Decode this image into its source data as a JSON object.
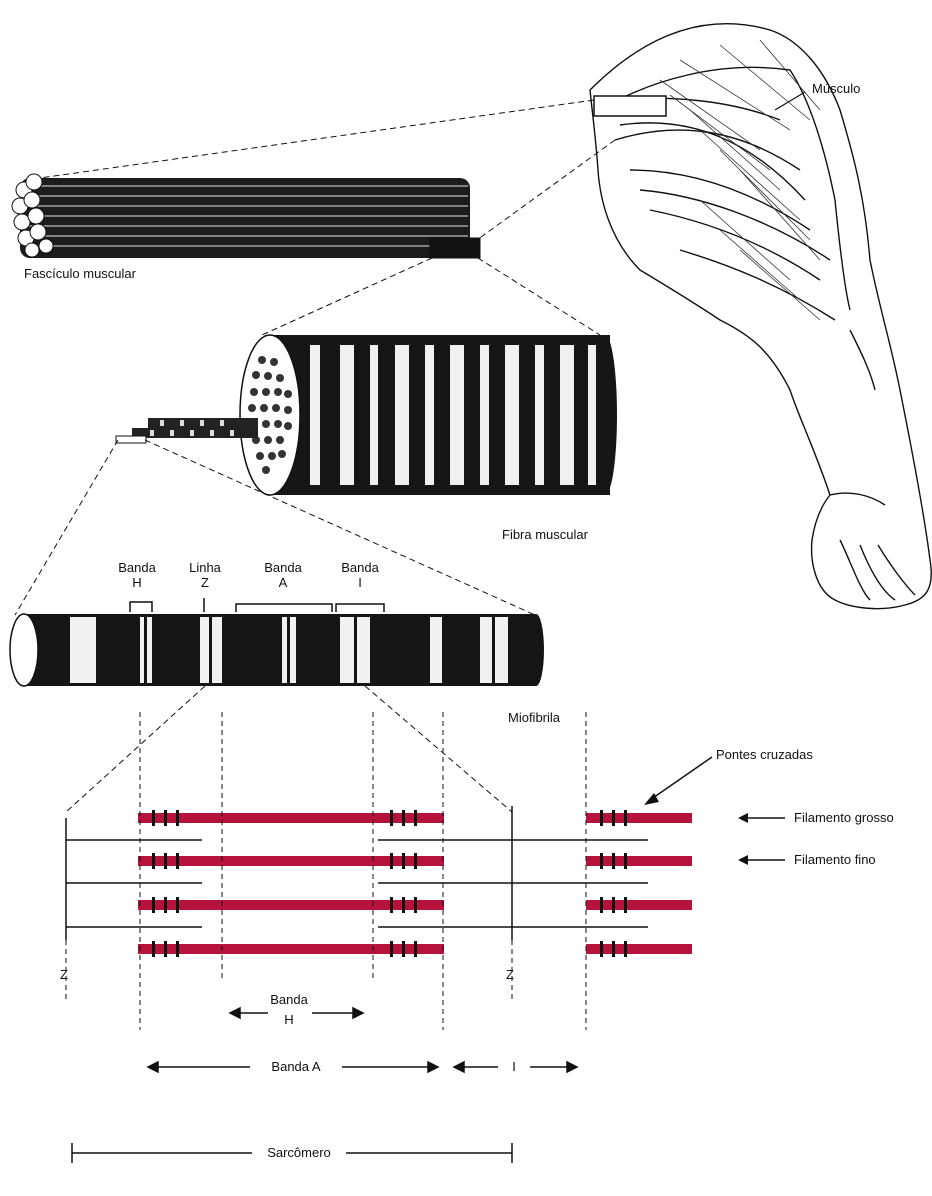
{
  "labels": {
    "musculo": "Músculo",
    "fasciculo": "Fascículo muscular",
    "fibra": "Fibra muscular",
    "miofibrila": "Miofibrila",
    "banda_h_top_1": "Banda",
    "banda_h_top_2": "H",
    "linha_z_1": "Linha",
    "linha_z_2": "Z",
    "banda_a_top_1": "Banda",
    "banda_a_top_2": "A",
    "banda_i_top_1": "Banda",
    "banda_i_top_2": "I",
    "pontes": "Pontes cruzadas",
    "fil_grosso": "Filamento grosso",
    "fil_fino": "Filamento fino",
    "z_left": "Z",
    "z_mid": "Z",
    "banda_h_bot_1": "Banda",
    "banda_h_bot_2": "H",
    "banda_a_bot": "Banda A",
    "i_bot": "I",
    "sarcomero": "Sarcômero"
  },
  "colors": {
    "thick_filament": "#b5123c",
    "line": "#111111",
    "tissue_dark": "#1a1a1a",
    "tissue_light": "#f2f2f2"
  }
}
